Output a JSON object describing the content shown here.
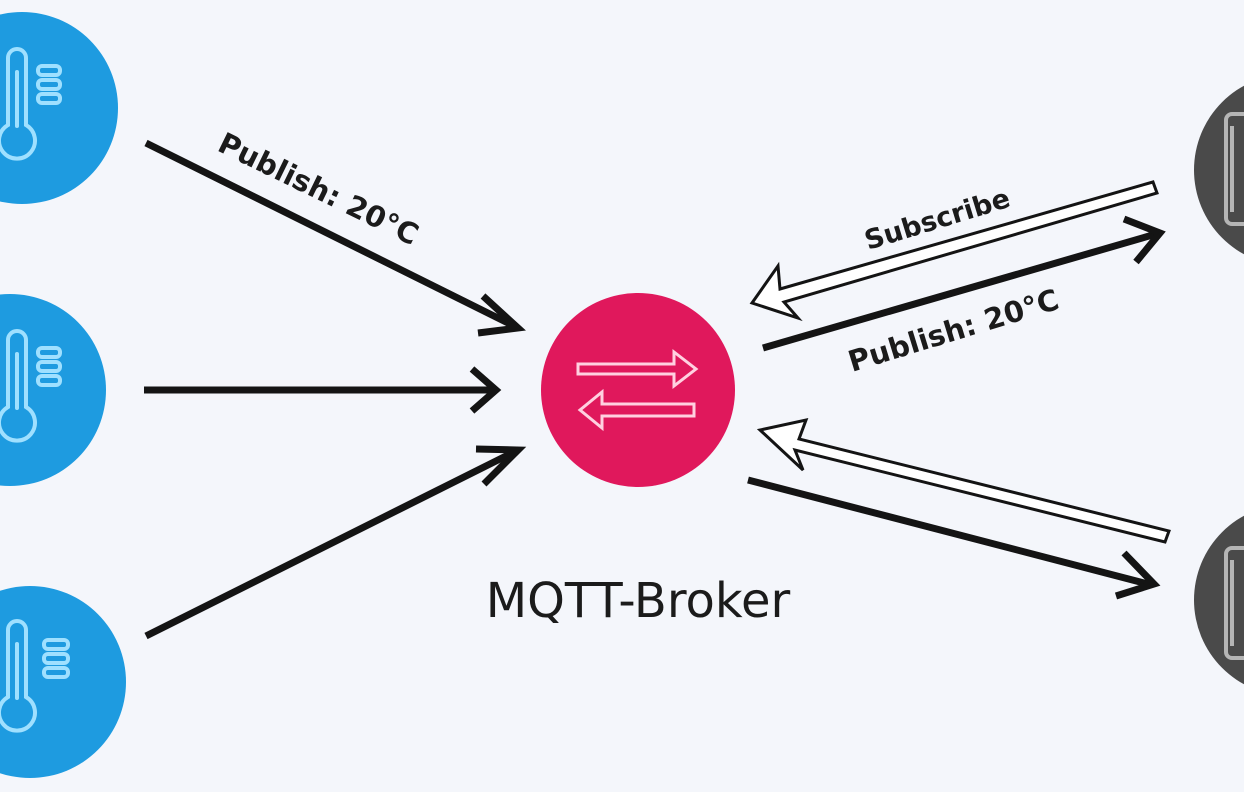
{
  "labels": {
    "publish_left": "Publish: 20°C",
    "subscribe": "Subscribe",
    "publish_right": "Publish: 20°C",
    "broker": "MQTT-Broker"
  },
  "icons": {
    "sensor": "thermometer-icon",
    "broker": "exchange-arrows-icon",
    "client": "device-icon"
  },
  "colors": {
    "background": "#f4f6fb",
    "sensor": "#1e9be0",
    "broker": "#e0185c",
    "client": "#4a4a4a",
    "arrow": "#141414"
  }
}
